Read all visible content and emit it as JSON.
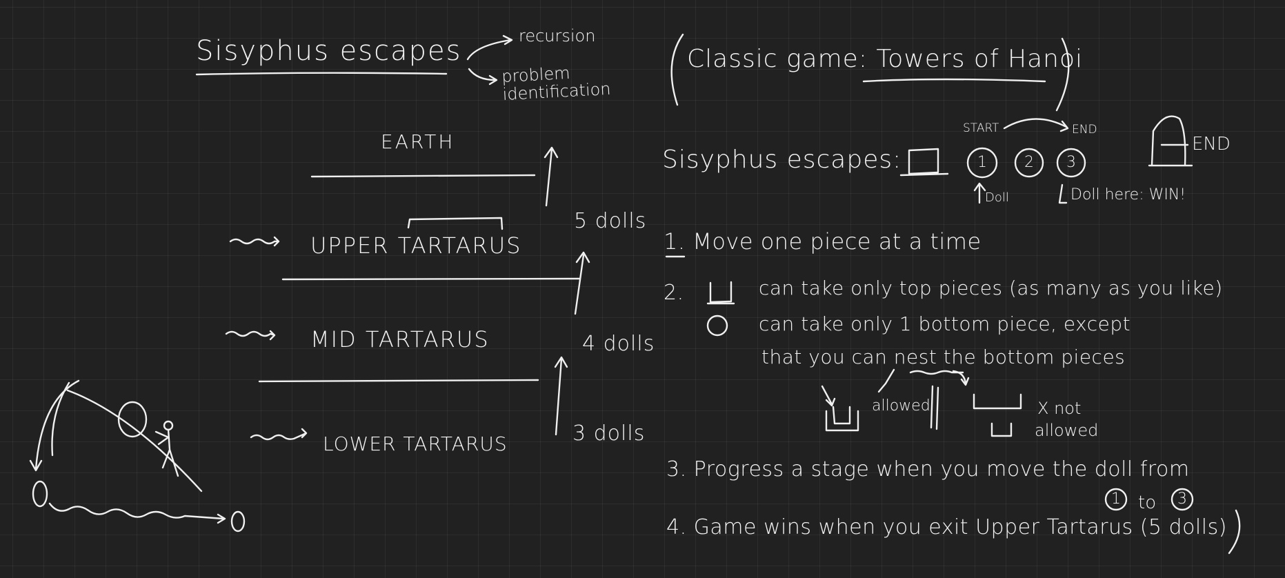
{
  "title": "Sisyphus escapes",
  "branches": [
    "recursion",
    "problem identification"
  ],
  "classic_game": {
    "prefix": "Classic game:",
    "name": "Towers of Hanoi"
  },
  "levels": [
    {
      "name": "EARTH",
      "dolls": ""
    },
    {
      "name": "UPPER TARTARUS",
      "dolls": "5 dolls"
    },
    {
      "name": "MID TARTARUS",
      "dolls": "4 dolls"
    },
    {
      "name": "LOWER TARTARUS",
      "dolls": "3 dolls"
    }
  ],
  "board": {
    "label": "Sisyphus escapes:",
    "start": "START",
    "end_arrow": "END",
    "positions": [
      "1",
      "2",
      "3"
    ],
    "doll_note": "Doll",
    "win_note": "Doll here: WIN!",
    "exit_label": "END"
  },
  "rules": [
    {
      "num": "1.",
      "text": "Move one piece at a time"
    },
    {
      "num": "2.",
      "text": "can take only top pieces (as many as you like)"
    },
    {
      "num": "",
      "text": "can take only 1 bottom piece, except"
    },
    {
      "num": "",
      "text": "that you can nest the bottom pieces"
    },
    {
      "num": "3.",
      "text": "Progress a stage when you move the doll from"
    },
    {
      "num": "4.",
      "text": "Game wins when you exit Upper Tartarus (5 dolls)"
    }
  ],
  "nest_example": {
    "allowed": "allowed",
    "not_marker": "X not",
    "not_allowed": "allowed"
  },
  "rule3_from": "1",
  "rule3_to_word": "to",
  "rule3_to": "3"
}
